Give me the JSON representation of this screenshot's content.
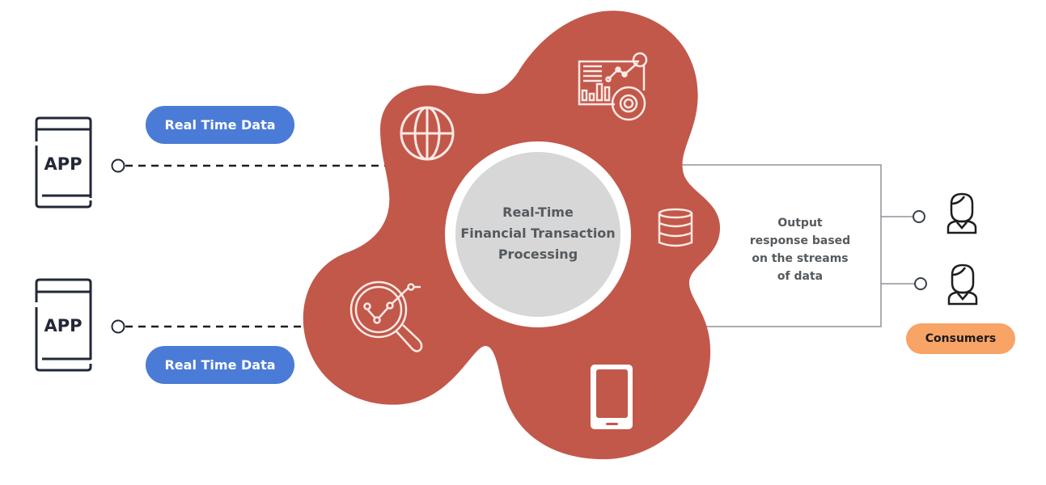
{
  "diagram": {
    "title": "Real-Time Financial Transaction Processing",
    "center": {
      "line1": "Real-Time",
      "line2": "Financial Transaction",
      "line3": "Processing"
    },
    "sources": [
      {
        "label": "APP",
        "badge": "Real Time Data"
      },
      {
        "label": "APP",
        "badge": "Real Time Data"
      }
    ],
    "output": {
      "line1": "Output",
      "line2": "response based",
      "line3": "on the streams",
      "line4": "of data"
    },
    "consumers": {
      "badge": "Consumers",
      "count": 2
    },
    "hub_icons": [
      "globe-icon",
      "analytics-dashboard-icon",
      "database-icon",
      "magnifier-chart-icon",
      "mobile-device-icon"
    ],
    "colors": {
      "blob": "#c2584a",
      "center_fill": "#d7d7d7",
      "center_ring": "#ffffff",
      "badge_blue": "#4a7bd6",
      "badge_orange": "#f7a466",
      "text_gray": "#555a5e",
      "icon_dark": "#232838",
      "line_gray": "#8e949c"
    }
  }
}
